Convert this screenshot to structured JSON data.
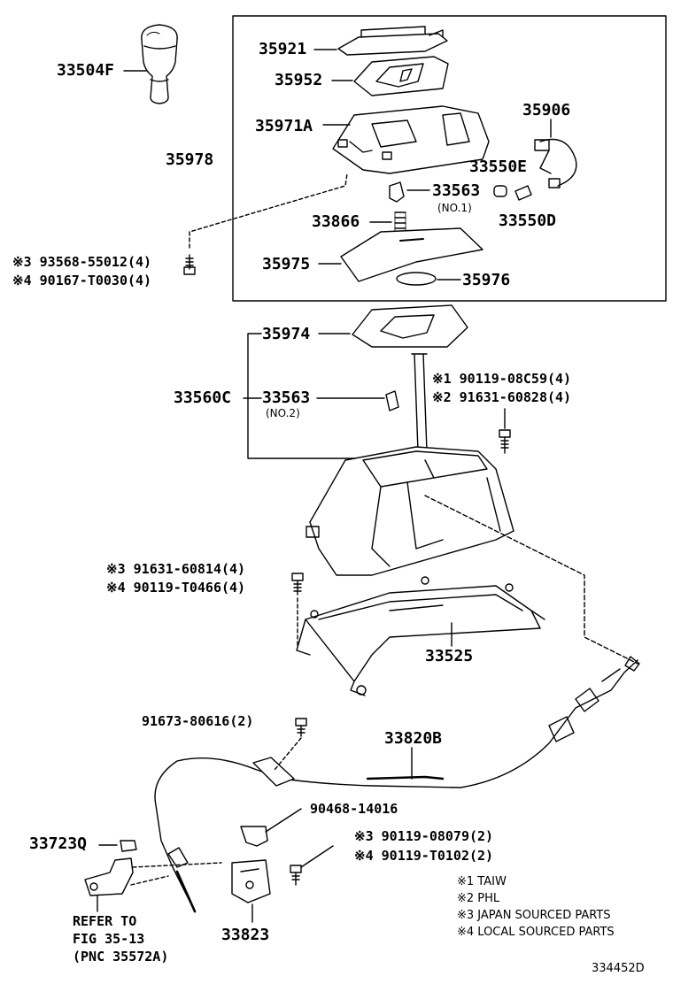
{
  "parts": {
    "p33504F": "33504F",
    "p35921": "35921",
    "p35952": "35952",
    "p35971A": "35971A",
    "p35978": "35978",
    "p35906": "35906",
    "p33550E": "33550E",
    "p33563": "33563",
    "p33563_no1": "(NO.1)",
    "p33866": "33866",
    "p33550D": "33550D",
    "p35975": "35975",
    "p35976": "35976",
    "p93568": "※3 93568-55012(4)",
    "p90167": "※4 90167-T0030(4)",
    "p35974": "35974",
    "p33560C": "33560C",
    "p33563b": "33563",
    "p33563_no2": "(NO.2)",
    "p90119_08C59": "※1 90119-08C59(4)",
    "p91631_60828": "※2 91631-60828(4)",
    "p91631_60814": "※3 91631-60814(4)",
    "p90119_T0466": "※4 90119-T0466(4)",
    "p33525": "33525",
    "p91673": "91673-80616(2)",
    "p33820B": "33820B",
    "p90468": "90468-14016",
    "p33723Q": "33723Q",
    "p90119_08079": "※3 90119-08079(2)",
    "p90119_T0102": "※4 90119-T0102(2)",
    "p33823": "33823",
    "refer1": "REFER TO",
    "refer2": "FIG 35-13",
    "refer3": "(PNC 35572A)"
  },
  "legend": {
    "n1": "※1 TAIW",
    "n2": "※2 PHL",
    "n3": "※3 JAPAN SOURCED PARTS",
    "n4": "※4 LOCAL SOURCED PARTS"
  },
  "diagram_id": "334452D"
}
